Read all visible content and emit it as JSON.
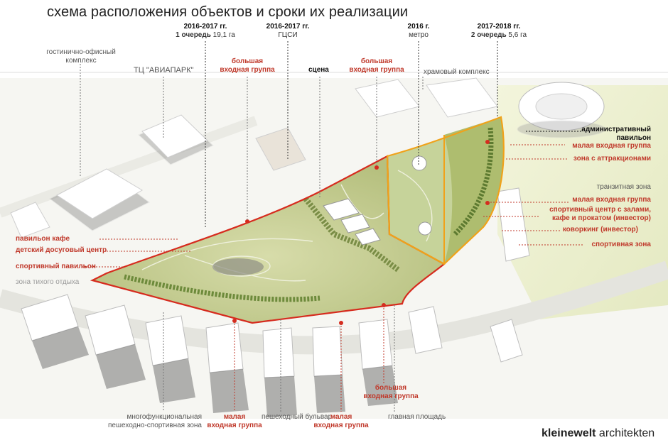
{
  "title": "схема расположения объектов и сроки их реализации",
  "brand": {
    "bold": "kleinewelt",
    "light": " architekten"
  },
  "colors": {
    "phase1": "#d62b1e",
    "phase2": "#f0a21a",
    "label_red": "#c0392b",
    "label_grey": "#555555"
  },
  "phases": [
    {
      "date": "2016-2017 гг.",
      "line1_bold": "1 очередь",
      "line1_rest": " 19,1 га"
    },
    {
      "date": "2016-2017 гг.",
      "line1_bold": "",
      "line1_rest": "ГЦСИ"
    },
    {
      "date": "2016 г.",
      "line1_bold": "",
      "line1_rest": "метро"
    },
    {
      "date": "2017-2018 гг.",
      "line1_bold": "2 очередь",
      "line1_rest": " 5,6 га"
    }
  ],
  "top_labels": {
    "hotel": [
      "гостинично-офисный",
      "комплекс"
    ],
    "aviapark": "ТЦ \"АВИАПАРК\"",
    "big_entrance_1": [
      "большая",
      "входная группа"
    ],
    "stage": "сцена",
    "big_entrance_2": [
      "большая",
      "входная группа"
    ],
    "temple": "храмовый комплекс"
  },
  "right_labels": {
    "admin": [
      "административный",
      "павильон"
    ],
    "small_entrance_1": "малая входная группа",
    "attractions": "зона с аттракционами",
    "transit": "транзитная зона",
    "small_entrance_2": "малая входная группа",
    "sport_center": [
      "спортивный центр с залами,",
      "кафе и прокатом (инвестор)"
    ],
    "coworking": "коворкинг (инвестор)",
    "sport_zone": "спортивная зона"
  },
  "left_labels": {
    "cafe": "павильон кафе",
    "kids": "детский досуговый центр",
    "sport_pavilion": "спортивный павильон",
    "quiet": "зона тихого отдыха"
  },
  "bottom_labels": {
    "multi": [
      "многофункциональная",
      "пешеходно-спортивная зона"
    ],
    "small_entrance_a": [
      "малая",
      "входная группа"
    ],
    "boulevard": "пешеходный бульвар",
    "small_entrance_b": [
      "малая",
      "входная группа"
    ],
    "big_entrance_3": [
      "большая",
      "входная группа"
    ],
    "main_square": "главная площадь"
  }
}
